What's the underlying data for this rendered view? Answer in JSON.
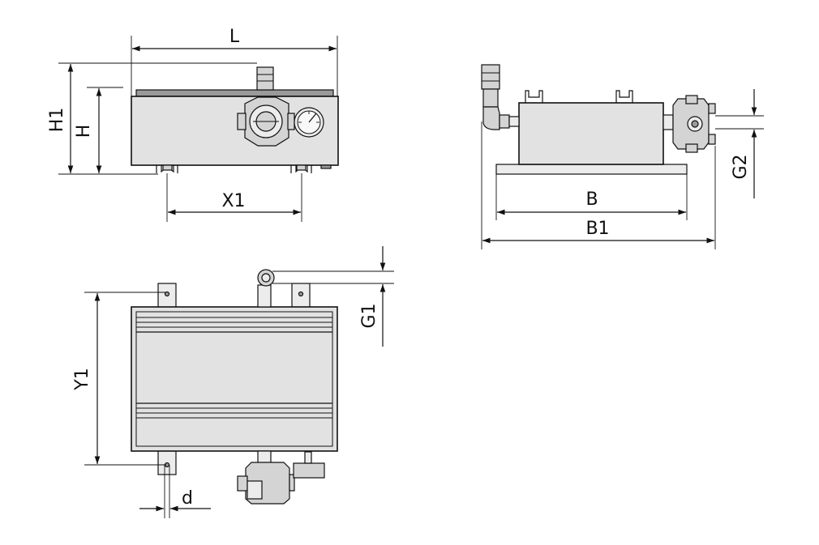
{
  "labels": {
    "L": "L",
    "H1": "H1",
    "H": "H",
    "X1": "X1",
    "B": "B",
    "B1": "B1",
    "G2": "G2",
    "G1": "G1",
    "Y1": "Y1",
    "d": "d"
  },
  "colors": {
    "line": "#111111",
    "body_fill": "#e2e2e2",
    "part_fill": "#d4d4d4"
  }
}
